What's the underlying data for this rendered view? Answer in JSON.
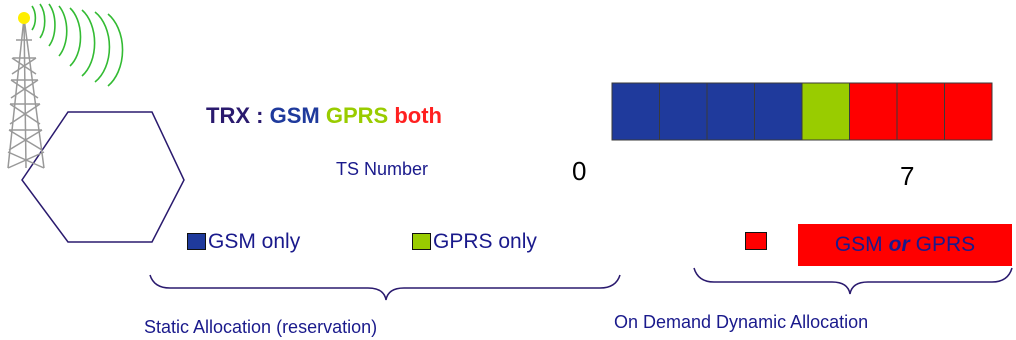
{
  "colors": {
    "gsm": "#1f3a9c",
    "gprs": "#99cc00",
    "both": "#ff0000",
    "text": "#1a1a8c",
    "antenna_waves": "#33bb33"
  },
  "trx": {
    "prefix": "TRX :",
    "gsm": "GSM",
    "gprs": "GPRS",
    "both": "both"
  },
  "timeslots": {
    "label": "TS Number",
    "start": "0",
    "end": "7",
    "slots": [
      "gsm",
      "gsm",
      "gsm",
      "gsm",
      "gprs",
      "both",
      "both",
      "both"
    ]
  },
  "legend": {
    "gsm_only": "GSM only",
    "gprs_only": "GPRS only",
    "gsm_or_gprs": {
      "part1": "GSM",
      "or": "or",
      "part2": "GPRS"
    }
  },
  "captions": {
    "static": "Static Allocation (reservation)",
    "dynamic": "On Demand Dynamic Allocation"
  }
}
